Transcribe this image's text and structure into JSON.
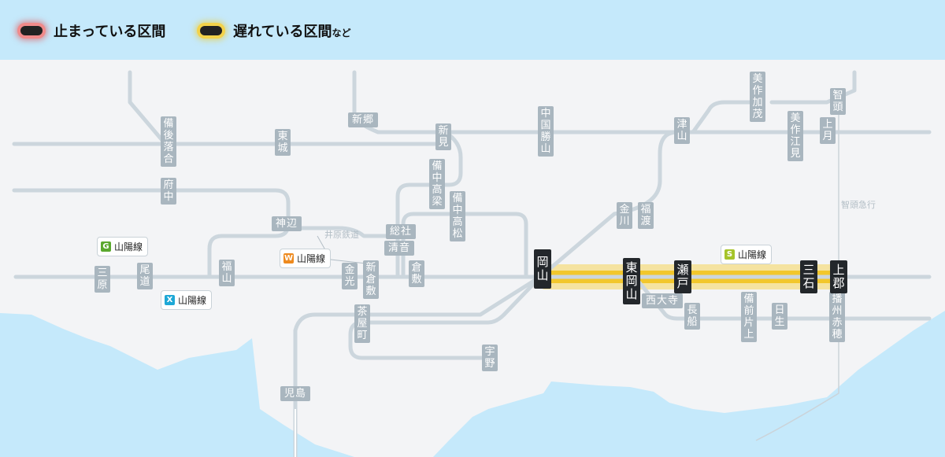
{
  "legend": {
    "stopped_label": "止まっている区間",
    "delayed_label": "遅れている区間",
    "delayed_suffix": "など"
  },
  "colors": {
    "stopped": "#e84a4a",
    "delayed": "#f2c72c",
    "track": "#ccd6dd",
    "station_bg": "#a9b6bf",
    "major_station_bg": "#23272b",
    "sea": "#c5e9fb",
    "land": "#f3f4f6",
    "line_G": "#5aa82e",
    "line_W": "#ee8a1f",
    "line_X": "#1ea8d6",
    "line_S": "#a5c42a"
  },
  "line_badges": {
    "G": {
      "key": "G",
      "label": "山陽線"
    },
    "W": {
      "key": "W",
      "label": "山陽線"
    },
    "X": {
      "key": "X",
      "label": "山陽線"
    },
    "S": {
      "key": "S",
      "label": "山陽線"
    }
  },
  "line_labels": {
    "ibara": "井原鉄道",
    "chizu": "智頭急行"
  },
  "stations": {
    "bingo_ochiai": "備後落合",
    "higashishiro": "東城",
    "fuchu": "府中",
    "kannabe": "神辺",
    "fukuyama": "福山",
    "mihara": "三原",
    "onomichi": "尾道",
    "shingo": "新郷",
    "niimi": "新見",
    "bitchu_takahashi": "備中高梁",
    "bitchu_takamatsu": "備中高松",
    "soja": "総社",
    "kiyone": "清音",
    "kurashiki": "倉敷",
    "kamogata": "金光",
    "shin_kurashiki": "新倉敷",
    "chayamachi": "茶屋町",
    "uno": "宇野",
    "kojima": "児島",
    "chugoku_katsuyama": "中国勝山",
    "tsuyama": "津山",
    "mimasaka_kamo": "美作加茂",
    "mimasaka_emi": "美作江見",
    "chizu": "智頭",
    "kamitsuki": "上月",
    "kanagawa": "金川",
    "fukuwatari": "福渡",
    "okayama": "岡山",
    "higashi_okayama": "東岡山",
    "seto": "瀬戸",
    "saidaiji": "西大寺",
    "osafune": "長船",
    "bizen_katakami": "備前片上",
    "hinase": "日生",
    "mitsuishi": "三石",
    "kamigori": "上郡",
    "banshu_ako": "播州赤穂"
  }
}
